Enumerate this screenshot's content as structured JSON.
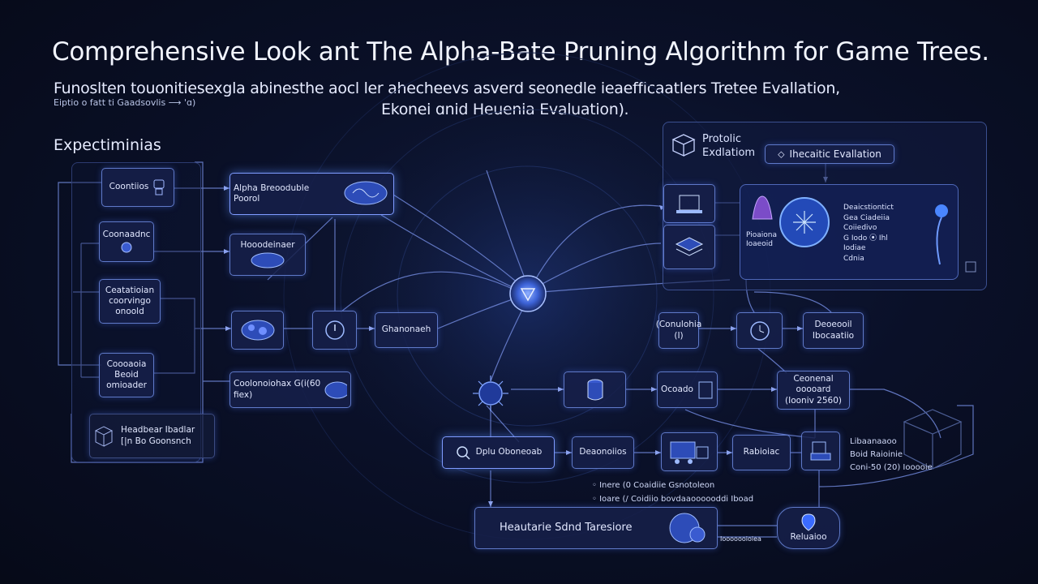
{
  "header": {
    "title": "Comprehensive Look ant The Alpha-Bate Pruning Algorithm for Game Trees.",
    "subtitle_line1": "Funoslten touonitiesexgla abinesthe aocl ler ahecheevs asverd seonedle ieaefficaatlers Tretee Evallation,",
    "subtitle_tiny": "Eiptio o fatt ti Gaadsovlis     ⟶ 'ɑ)",
    "subtitle_line2": "Ekonei ɑnid Heuenia Evaluatio⁠n)."
  },
  "left_section": {
    "label": "Expectiminias",
    "nodes": [
      "Coontiios",
      "Coonaadnc",
      "Ceatatioian coorvingo onoold",
      "Coooaoia Beoid omioader"
    ],
    "footer": "Headbear Ibadlar\n[|n Bo Goonsnch"
  },
  "middle": {
    "node_top": "Alpha Breooduble Poorol",
    "node_mid": "Hooodeinaer",
    "node_row_label": "Ghanonaeh",
    "node_combo": "Coolonoiohax G(i(60 fiex)",
    "node_search": "Dplu Oboneoab",
    "node_evaluate": "Deaonoiios",
    "node_relation": "Rabioiac",
    "node_ocoado": "Ocoado",
    "node_general": "Ceonenal ooooard (Iooniv 2560)"
  },
  "right_panel": {
    "title_line1": "Protolic",
    "title_line2": "Exdlatiom",
    "badge": "Ihecaitic Evallation",
    "list": [
      "Deaicstiontict",
      "Gea Ciadeiia",
      "Coiiedivo",
      "G Iodo ⦿ Ihl",
      "Iodiae",
      "Cdnia"
    ],
    "caption": "Pioaiona Ioaeoid"
  },
  "right_row": {
    "node_a": "(Conulohia (I)",
    "node_c": "Deoeooil Ibocaatiio"
  },
  "bottom": {
    "main_node": "Heautarie Sdnd Taresiore",
    "bullets": [
      "Inere (0 Coaidiie Gsnotoleon",
      "Ioare (/ Coidiio bovdaaoooooddi Iboad"
    ],
    "right_note": "Libaanaaoo\nBoid Raioinie\nConi-50 (20) Iooooie",
    "small_label": "Iooooooioiea",
    "bottom_node": "Reluaioo"
  },
  "colors": {
    "accent": "#7f9bff",
    "border": "#5f79c8",
    "background": "#0a1028",
    "glow": "#4a86ff"
  }
}
